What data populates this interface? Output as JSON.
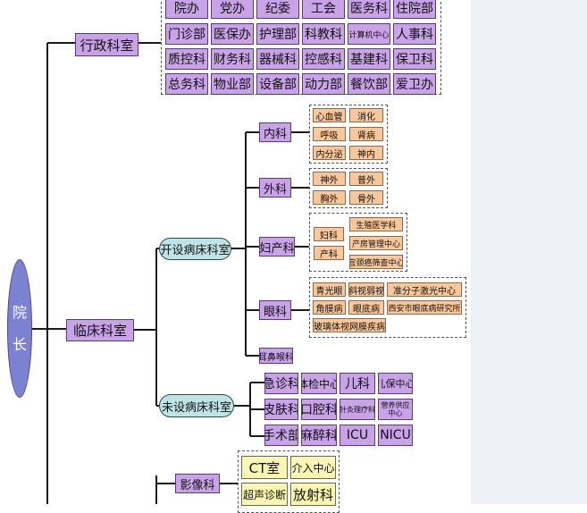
{
  "root": {
    "char1": "院",
    "char2": "长"
  },
  "admin": {
    "label": "行政科室",
    "rows": [
      [
        "院办",
        "党办",
        "纪委",
        "工会",
        "医务科",
        "住院部"
      ],
      [
        "门诊部",
        "医保办",
        "护理部",
        "科教科",
        "计算机中心",
        "人事科"
      ],
      [
        "质控科",
        "财务科",
        "器械科",
        "控感科",
        "基建科",
        "保卫科"
      ],
      [
        "总务科",
        "物业部",
        "设备部",
        "动力部",
        "餐饮部",
        "爱卫办"
      ]
    ]
  },
  "clinical": {
    "label": "临床科室",
    "with_beds": {
      "label": "开设病床科室",
      "internal": {
        "label": "内科",
        "subs": [
          "心血管",
          "消化",
          "呼吸",
          "肾病",
          "内分泌",
          "神内"
        ]
      },
      "surgery": {
        "label": "外科",
        "subs": [
          "神外",
          "普外",
          "胸外",
          "骨外"
        ]
      },
      "obgyn": {
        "label": "妇产科",
        "subs": [
          "妇科",
          "产科",
          "生殖医学科",
          "产房管理中心",
          "宫颈癌筛查中心"
        ]
      },
      "eye": {
        "label": "眼科",
        "subs": [
          "青光眼",
          "斜视弱视",
          "准分子激光中心",
          "角膜病",
          "眼底病",
          "西安市眼底病研究所",
          "玻璃体视网膜疾病"
        ]
      },
      "ent": {
        "label": "耳鼻喉科"
      }
    },
    "no_beds": {
      "label": "未设病床科室",
      "items": [
        "急诊科",
        "体检中心",
        "儿科",
        "儿保中心",
        "皮肤科",
        "口腔科",
        "针灸理疗科",
        "营养供应中心",
        "手术部",
        "麻醉科",
        "ICU",
        "NICU"
      ]
    }
  },
  "imaging": {
    "label": "影像科",
    "items": [
      "CT室",
      "介入中心",
      "超声诊断",
      "放射科"
    ]
  }
}
